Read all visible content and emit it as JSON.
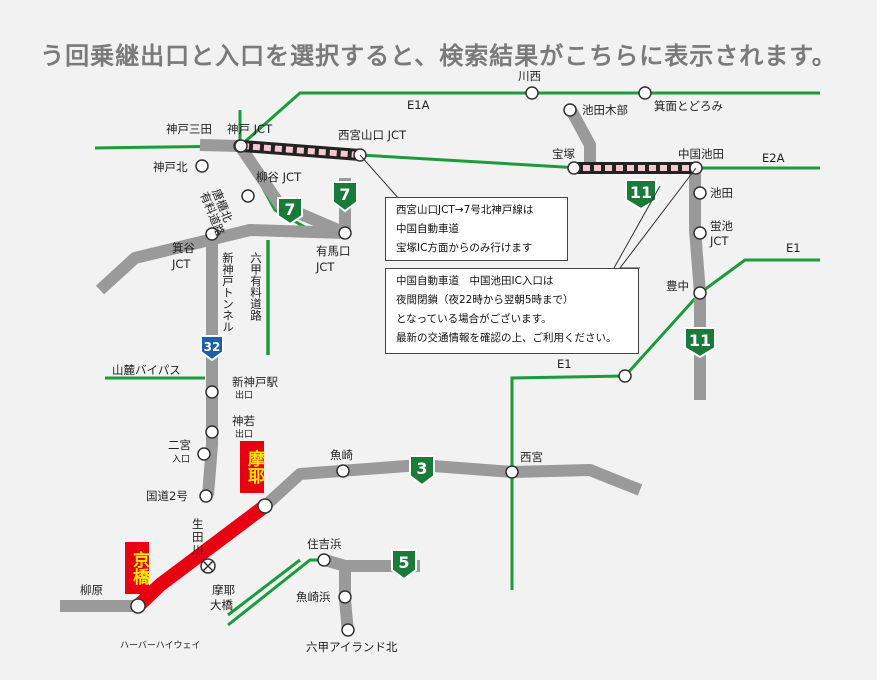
{
  "header": {
    "title": "う回乗継出口と入口を選択すると、検索結果がこちらに表示されます。"
  },
  "colors": {
    "highway": "#1a9b3c",
    "urban": "#999999",
    "selected": "#e60012",
    "shield_green": "#1a7a3a",
    "shield_blue": "#1d5fa8"
  },
  "routes": {
    "e1a": "E1A",
    "e2a": "E2A",
    "e1_upper": "E1",
    "e1_lower": "E1",
    "shield_7a": "7",
    "shield_7b": "7",
    "shield_11a": "11",
    "shield_11b": "11",
    "shield_3": "3",
    "shield_5": "5",
    "shield_32": "32"
  },
  "nodes": {
    "kobe_sanda": "神戸三田",
    "kobe_jct": "神戸 JCT",
    "nishinomiya_yamaguchi_jct": "西宮山口 JCT",
    "kobe_kita": "神戸北",
    "karatoyama": "唐櫃北",
    "yanagitani_jct": "柳谷 JCT",
    "arimaguchi": "有馬口",
    "arimaguchi2": "JCT",
    "karatodai_label": "有料道路",
    "karatodai_label2": "有料道路",
    "minotani": "箕谷",
    "minotani2": "JCT",
    "shinkobe_tunnel": "新神戸トンネル",
    "rokko_toll": "六甲有料道路",
    "sanroku_bypass": "山麓バイパス",
    "shinkobe_eki": "新神戸駅",
    "shinkobe_eki_sub": "出口",
    "kamiwaka": "神若",
    "kamiwaka_sub": "出口",
    "ninomiya": "二宮",
    "ninomiya_sub": "入口",
    "kokudo2": "国道2号",
    "ikuta1": "生",
    "ikuta2": "田",
    "ikuta3": "川",
    "maya_oohashi1": "摩耶",
    "maya_oohashi2": "大橋",
    "yanagihara": "柳原",
    "harbor": "ハーバーハイウェイ",
    "uozaki": "魚崎",
    "nishinomiya": "西宮",
    "sumiyoshihama": "住吉浜",
    "uozakihama": "魚崎浜",
    "rokko_island": "六甲アイランド北",
    "kawanishi": "川西",
    "ikedakibe": "池田木部",
    "minoo": "箕面とどろみ",
    "takarazuka": "宝塚",
    "chugoku_ikeda": "中国池田",
    "ikeda": "池田",
    "hotarugaike": "蛍池",
    "hotarugaike2": "JCT",
    "toyonaka": "豊中",
    "e1_node": "E1"
  },
  "selected": {
    "maya": "摩耶",
    "kyobashi": "京橋"
  },
  "notices": {
    "notice1": {
      "line1": "西宮山口JCT→7号北神戸線は",
      "line2": "中国自動車道",
      "line3": "宝塚IC方面からのみ行けます"
    },
    "notice2": {
      "line1": "中国自動車道　中国池田IC入口は",
      "line2": "夜間閉鎖（夜22時から翌朝5時まで）",
      "line3": "となっている場合がございます。",
      "line4": "最新の交通情報を確認の上、ご利用ください。"
    }
  }
}
